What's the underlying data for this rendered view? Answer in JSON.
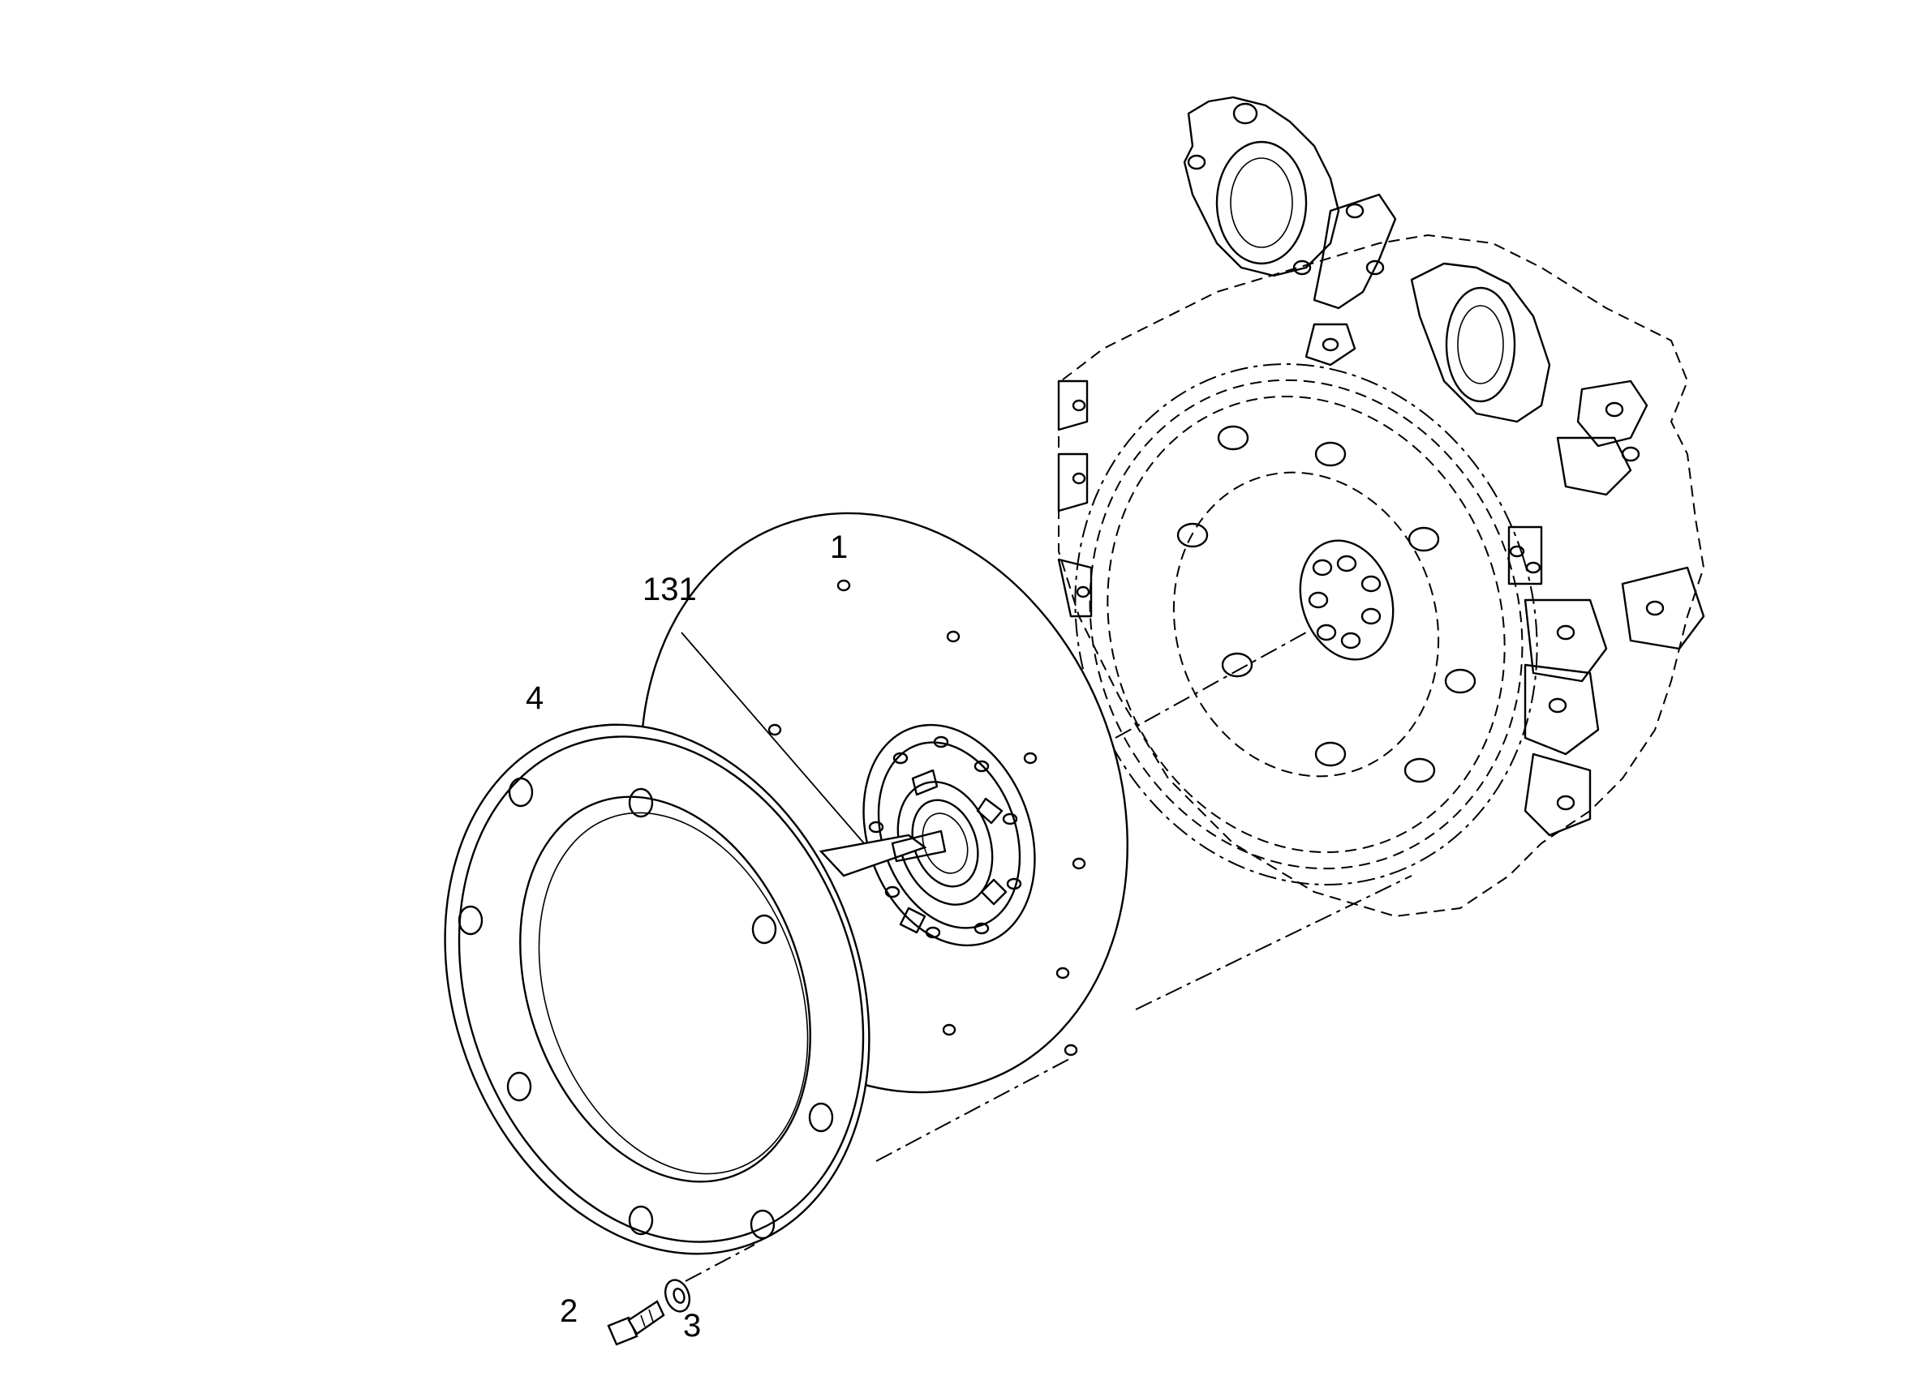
{
  "callouts": {
    "part_1": "1",
    "part_131": "131",
    "part_4": "4",
    "part_2": "2",
    "part_3": "3"
  }
}
